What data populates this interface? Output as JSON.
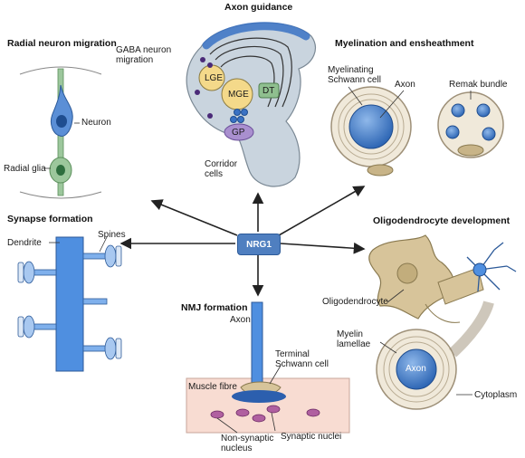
{
  "hub": {
    "label": "NRG1"
  },
  "panels": {
    "axon_guidance": {
      "title": "Axon guidance",
      "labels": {
        "gaba": "GABA neuron\nmigration",
        "lge": "LGE",
        "mge": "MGE",
        "dt": "DT",
        "gp": "GP",
        "corridor": "Corridor\ncells"
      }
    },
    "radial_migration": {
      "title": "Radial neuron migration",
      "labels": {
        "neuron": "Neuron",
        "radial_glia": "Radial glia"
      }
    },
    "myelination": {
      "title": "Myelination and ensheathment",
      "labels": {
        "schwann": "Myelinating\nSchwann cell",
        "axon": "Axon",
        "remak": "Remak bundle"
      }
    },
    "synapse": {
      "title": "Synapse formation",
      "labels": {
        "dendrite": "Dendrite",
        "spines": "Spines"
      }
    },
    "oligo": {
      "title": "Oligodendrocyte development",
      "labels": {
        "oligodendrocyte": "Oligodendrocyte",
        "myelin": "Myelin\nlamellae",
        "axon": "Axon",
        "cytoplasm": "Cytoplasm"
      }
    },
    "nmj": {
      "title": "NMJ formation",
      "labels": {
        "axon": "Axon",
        "terminal": "Terminal\nSchwann cell",
        "muscle": "Muscle fibre",
        "nonsyn": "Non-synaptic\nnucleus",
        "syn": "Synaptic nuclei"
      }
    }
  }
}
